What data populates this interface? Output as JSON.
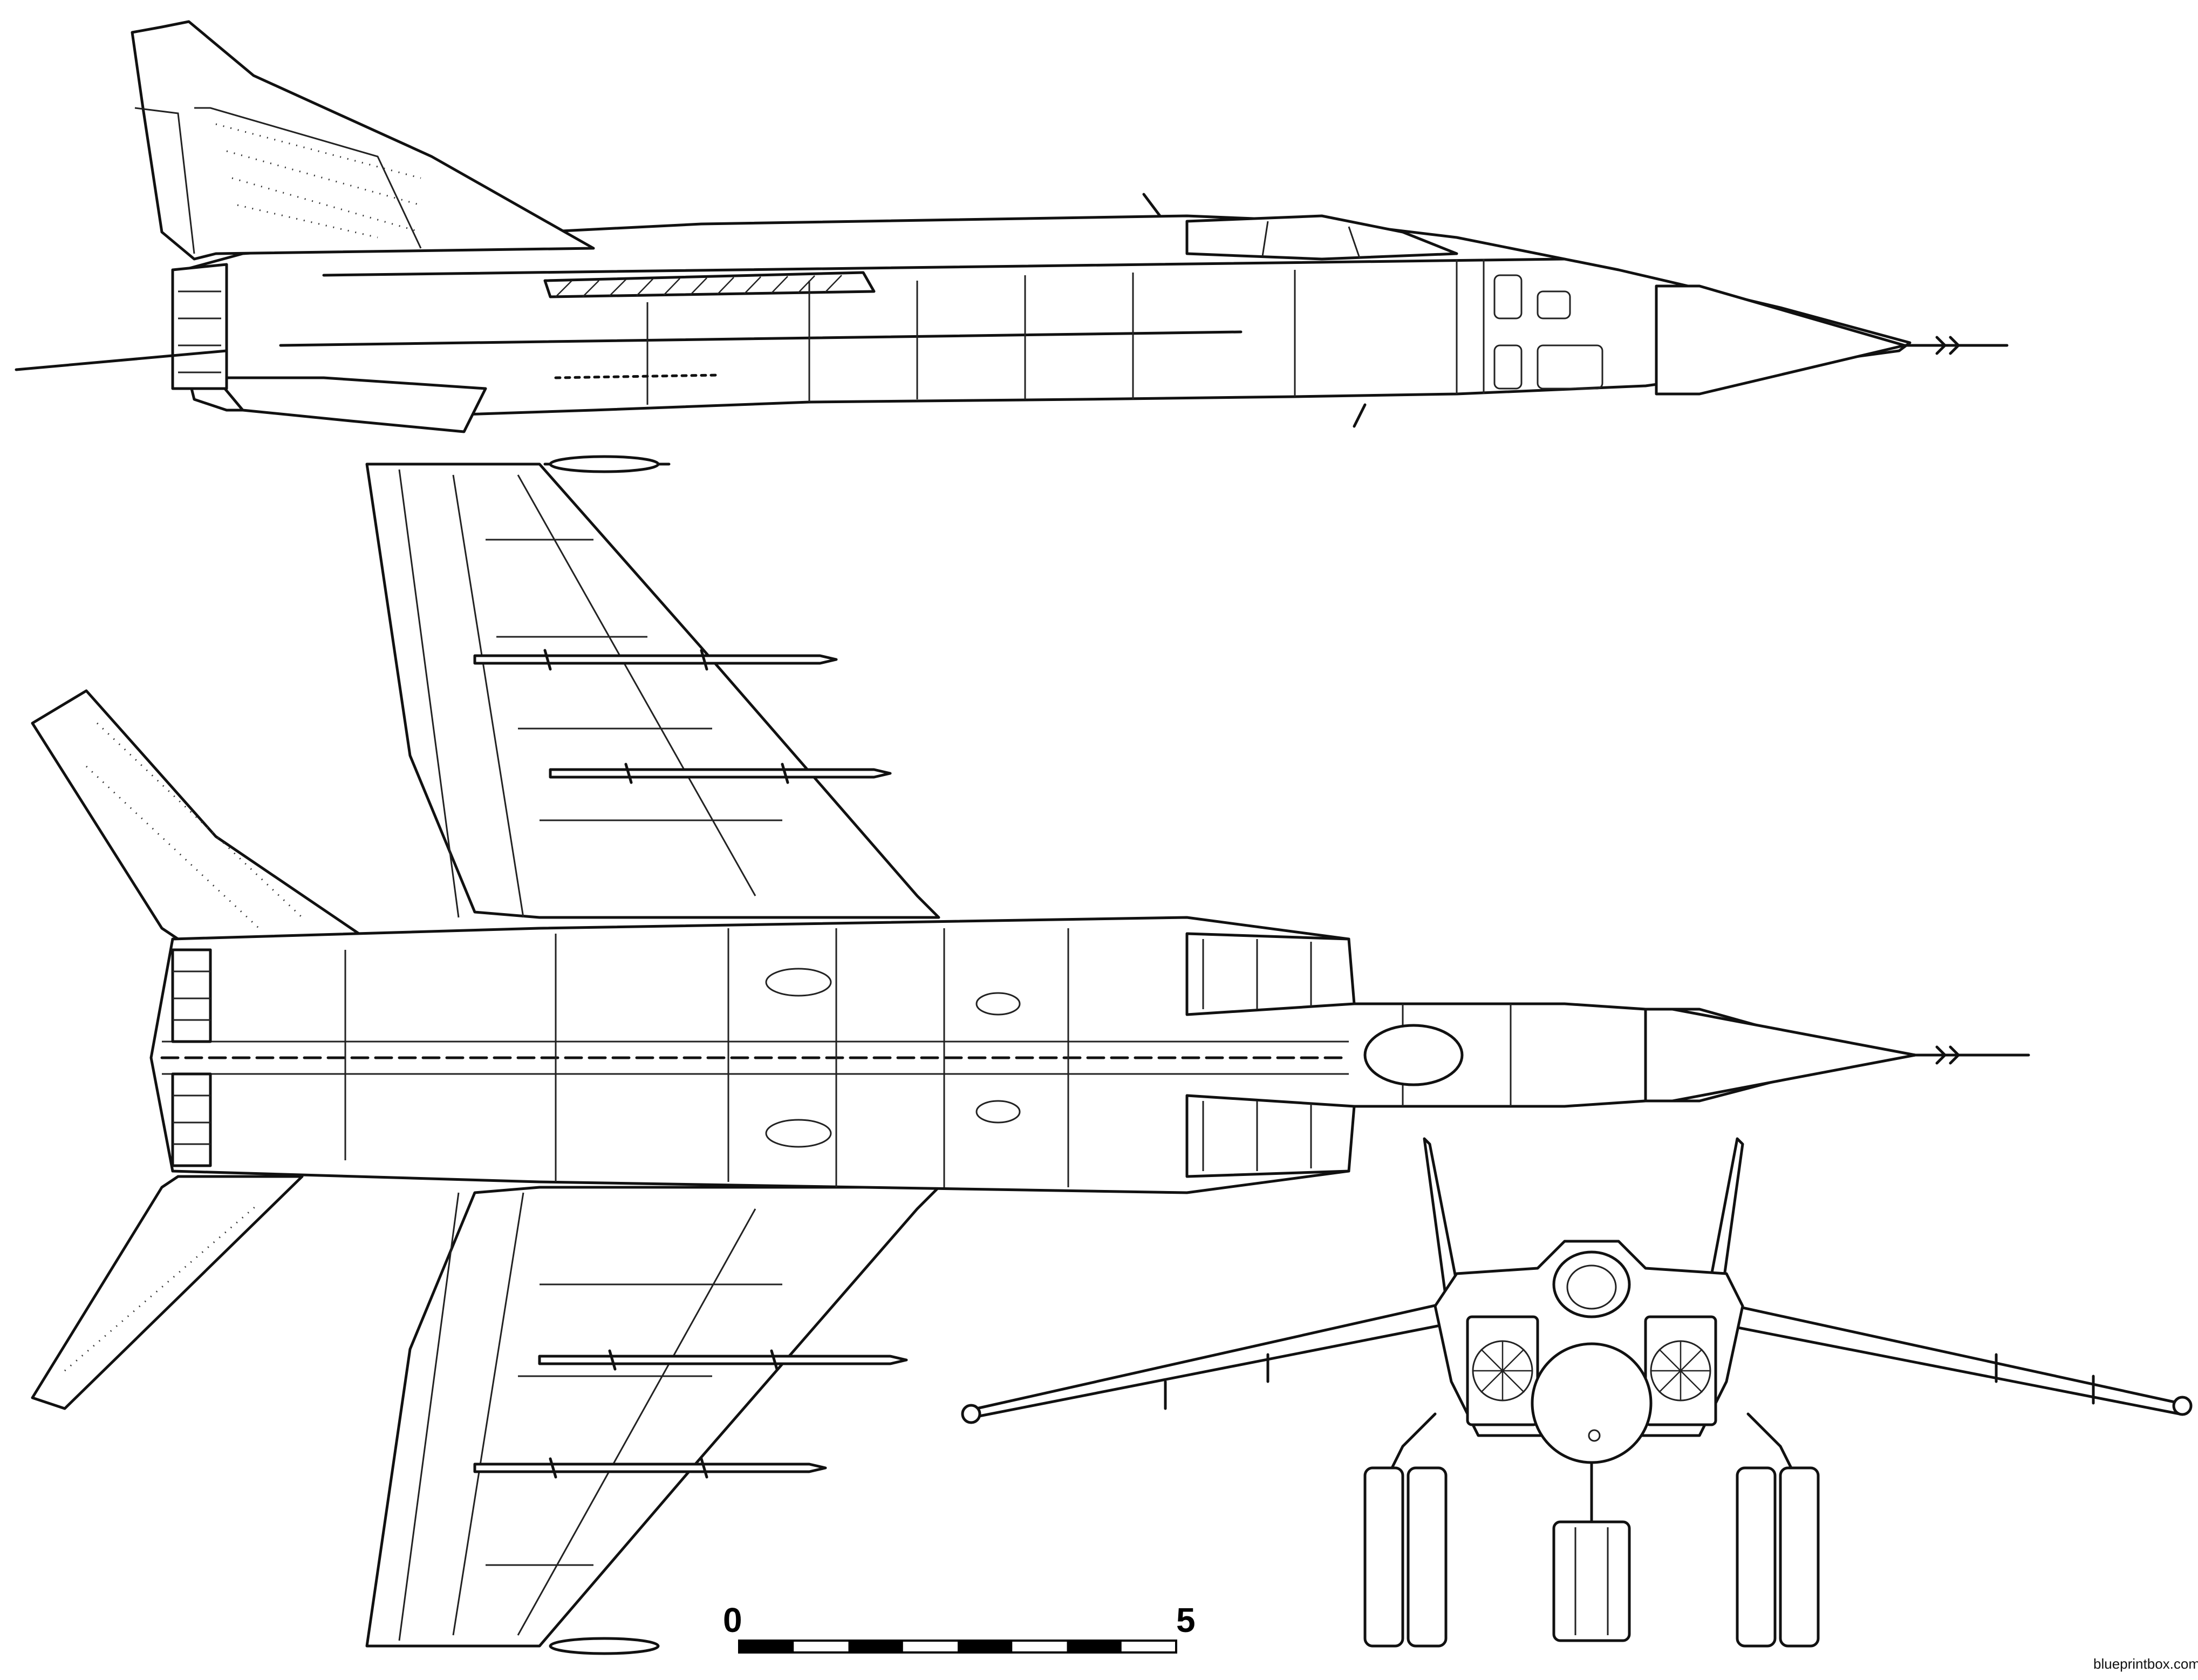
{
  "scale_bar": {
    "start_label": "0",
    "end_label": "5",
    "segments": 8
  },
  "credit": {
    "text": "blueprintbox.com"
  }
}
